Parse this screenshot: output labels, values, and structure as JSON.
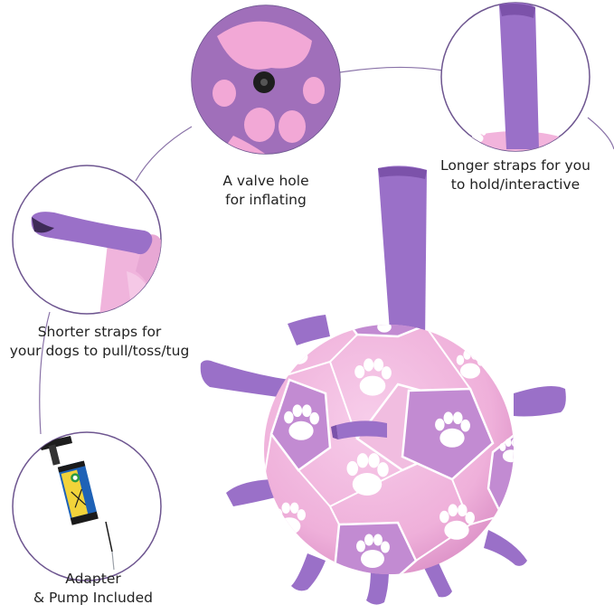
{
  "colors": {
    "ball_pink": "#f0b4dc",
    "ball_panel_light": "#f3c6e4",
    "ball_panel_dark": "#c08ad0",
    "paw": "#ffffff",
    "strap": "#9a70c8",
    "strap_dark": "#7c52aa",
    "connector_line": "#8a73a8"
  },
  "callouts": {
    "valve": {
      "icon": "valve-hole-closeup",
      "line1": "A valve hole",
      "line2": "for inflating"
    },
    "long_straps": {
      "icon": "long-strap-closeup",
      "line1": "Longer straps for you",
      "line2": "to hold/interactive"
    },
    "short_straps": {
      "icon": "short-strap-closeup",
      "line1": "Shorter straps for",
      "line2": "your dogs to pull/toss/tug"
    },
    "pump": {
      "icon": "pump-closeup",
      "line1": "Adapter",
      "line2": "& Pump Included"
    }
  }
}
